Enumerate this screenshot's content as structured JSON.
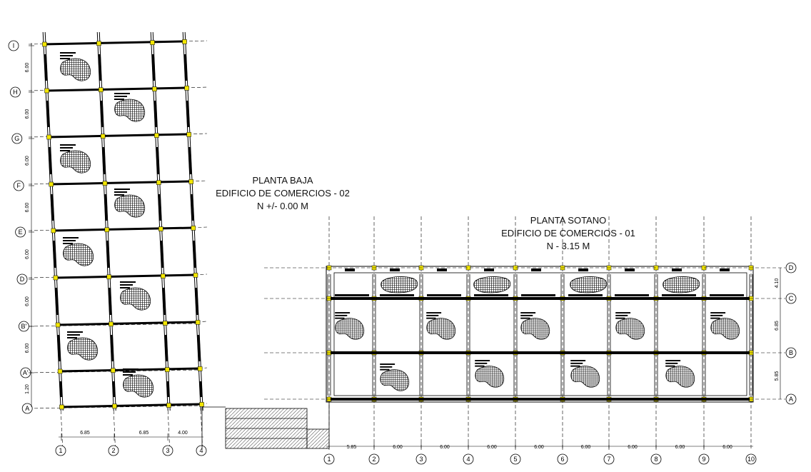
{
  "planta_baja": {
    "title_lines": [
      "PLANTA BAJA",
      "EDIFICIO DE COMERCIOS - 02",
      "N +/- 0.00 M"
    ],
    "row_labels": [
      "I",
      "H",
      "G",
      "F",
      "E",
      "D",
      "B'",
      "A'",
      "A"
    ],
    "row_dims": [
      "6.00",
      "6.00",
      "6.00",
      "6.00",
      "6.00",
      "6.00",
      "6.00",
      "1.20"
    ],
    "col_labels": [
      "1",
      "2",
      "3",
      "4"
    ],
    "col_dims": [
      "6.85",
      "6.85",
      "4.00"
    ]
  },
  "planta_sotano": {
    "title_lines": [
      "PLANTA SOTANO",
      "EDIFICIO DE COMERCIOS - 01",
      "N - 3.15 M"
    ],
    "row_labels": [
      "D",
      "C",
      "B",
      "A"
    ],
    "row_dims": [
      "4.10",
      "6.85",
      "5.85"
    ],
    "col_labels": [
      "1",
      "2",
      "3",
      "4",
      "5",
      "6",
      "7",
      "8",
      "9",
      "10"
    ],
    "col_dims": [
      "5.85",
      "6.00",
      "6.00",
      "6.00",
      "6.00",
      "6.00",
      "6.00",
      "6.00",
      "6.00"
    ]
  },
  "colors": {
    "line": "#000000",
    "column_marker": "#f2e600",
    "stair_hatch": "#555555"
  }
}
